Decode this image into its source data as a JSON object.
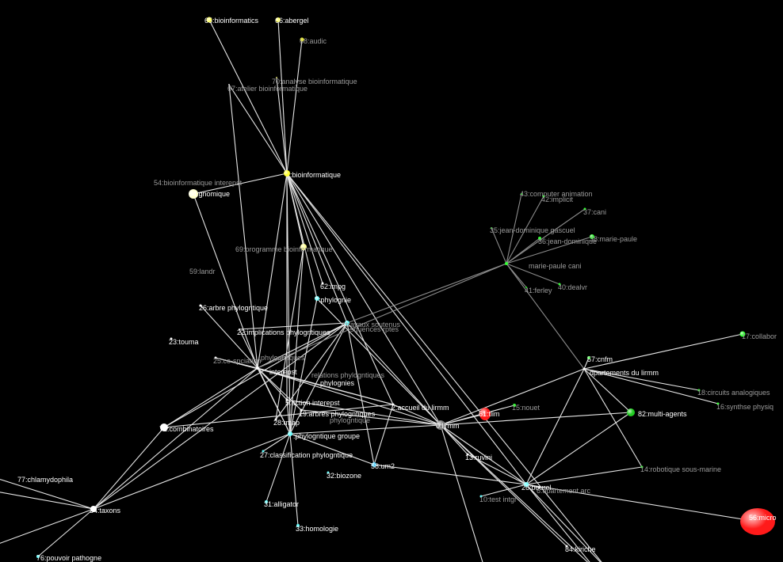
{
  "graph": {
    "background": "#000000",
    "edge_color": "#e6e6e6",
    "nodes": [
      {
        "label": "65:bioinformatics",
        "color": "#ffff33"
      },
      {
        "label": "66:abergel",
        "color": "#ffff33"
      },
      {
        "label": "68:audic",
        "color": "#ffff33"
      },
      {
        "label": "70:analyse bioinformatique",
        "color": "#cccc66"
      },
      {
        "label": "67:atelier bioinformatique",
        "color": "#cccccc"
      },
      {
        "label": ":bioinformatique",
        "color": "#ffff33"
      },
      {
        "label": "54:bioinformatique interepst",
        "color": null
      },
      {
        "label": "64:gnomique",
        "color": "#ffffcc"
      },
      {
        "label": "69:programme bioinformatique",
        "color": "#ffff99"
      },
      {
        "label": "59:landr",
        "color": null
      },
      {
        "label": "62:impg",
        "color": "#ffffff"
      },
      {
        "label": "7:phylognie",
        "color": "#66ffff"
      },
      {
        "label": "26:arbre phylogntique",
        "color": "#ffffff"
      },
      {
        "label": "22:implications phylogntiques",
        "color": "#ffffff"
      },
      {
        "label": ":travaux soutenus",
        "color": "#66ffff"
      },
      {
        "label": "squences rptes",
        "color": null
      },
      {
        "label": "23:touma",
        "color": "#ffffff"
      },
      {
        "label": "phylogntiques",
        "color": null
      },
      {
        "label": "25:co-spciation",
        "color": "#ffffff"
      },
      {
        "label": "interepst",
        "color": "#ffffff"
      },
      {
        "label": "relations phylogntiques",
        "color": null
      },
      {
        "label": "phylognies",
        "color": null
      },
      {
        "label": "5:action interepst",
        "color": "#ffffff"
      },
      {
        "label": "2:accueil du lirmm",
        "color": "#ffffff"
      },
      {
        "label": "19:arbres phylogntiques",
        "color": "#ffffff"
      },
      {
        "label": "phylogntique",
        "color": null
      },
      {
        "label": "28:rmap",
        "color": "#ffffff"
      },
      {
        "label": "72:combinatoires",
        "color": "#ffffff"
      },
      {
        "label": "0:lirmm",
        "color": "#777777"
      },
      {
        "label": "61:tlim",
        "color": "#ff1a1a"
      },
      {
        "label": "15:nouet",
        "color": "#33ff33"
      },
      {
        "label": "82:multi-agents",
        "color": "#22cc22"
      },
      {
        "label": "18:circuits analogiques",
        "color": "#33ff33"
      },
      {
        "label": "16:synthse physiq",
        "color": "#33ff33"
      },
      {
        "label": "17:collabor",
        "color": "#33ff33"
      },
      {
        "label": "57:cnfm",
        "color": "#33ff33"
      },
      {
        "label": "dpartements du lirmm",
        "color": "#ffffff"
      },
      {
        "label": ":phylogntique groupe",
        "color": "#66ffff"
      },
      {
        "label": "27:classification phylogntique",
        "color": "#66ffff"
      },
      {
        "label": "32:biozone",
        "color": "#66ffff"
      },
      {
        "label": "58:um2",
        "color": "#33ccff"
      },
      {
        "label": "13:ruvini",
        "color": "#ffffff"
      },
      {
        "label": "14:robotique sous-marine",
        "color": "#33ff33"
      },
      {
        "label": "26:bourel",
        "color": "#66ffff"
      },
      {
        "label": "6:dpartement arc",
        "color": "#ffffff"
      },
      {
        "label": "10:test intgr",
        "color": "#66ffff"
      },
      {
        "label": "77:chlamydophila",
        "color": null
      },
      {
        "label": "34:taxons",
        "color": "#ffffff"
      },
      {
        "label": "31:alligator",
        "color": "#66ffff"
      },
      {
        "label": "33:homologie",
        "color": "#66ffff"
      },
      {
        "label": "56:micro",
        "color": "#ff1a1a"
      },
      {
        "label": "84:kiriche",
        "color": "#ffffff"
      },
      {
        "label": "76:pouvoir pathogne",
        "color": "#66ffff"
      },
      {
        "label": "marie-paule cani",
        "color": "#33ff33"
      },
      {
        "label": "43:computer animation",
        "color": "#33ff33"
      },
      {
        "label": "42:implicit",
        "color": "#33ff33"
      },
      {
        "label": "37:cani",
        "color": "#33ff33"
      },
      {
        "label": "35:jean-dominique gascuel",
        "color": "#33ff33"
      },
      {
        "label": "36:jean-dominique",
        "color": "#33ff33"
      },
      {
        "label": "38:marie-paule",
        "color": "#33ff33"
      },
      {
        "label": "41:ferley",
        "color": "#33ff33"
      },
      {
        "label": "40:dealvr",
        "color": "#33ff33"
      },
      {
        "label": "",
        "color": null
      },
      {
        "label": "",
        "color": null
      },
      {
        "label": "",
        "color": null
      },
      {
        "label": "",
        "color": null
      },
      {
        "label": "",
        "color": null
      }
    ],
    "edges": [
      [
        5,
        0
      ],
      [
        5,
        1
      ],
      [
        5,
        2
      ],
      [
        5,
        3
      ],
      [
        5,
        4
      ],
      [
        5,
        7
      ],
      [
        5,
        8
      ],
      [
        5,
        11
      ],
      [
        5,
        14
      ],
      [
        5,
        19
      ],
      [
        5,
        22
      ],
      [
        5,
        23
      ],
      [
        5,
        28
      ],
      [
        5,
        43
      ],
      [
        5,
        66
      ],
      [
        5,
        10
      ],
      [
        5,
        37
      ],
      [
        4,
        19
      ],
      [
        7,
        19
      ],
      [
        8,
        37
      ],
      [
        8,
        26
      ],
      [
        12,
        19
      ],
      [
        13,
        14
      ],
      [
        13,
        37
      ],
      [
        18,
        23
      ],
      [
        18,
        19
      ],
      [
        14,
        53
      ],
      [
        14,
        47
      ],
      [
        14,
        19
      ],
      [
        14,
        37
      ],
      [
        14,
        26
      ],
      [
        14,
        27
      ],
      [
        14,
        40
      ],
      [
        14,
        28
      ],
      [
        19,
        53
      ],
      [
        19,
        47
      ],
      [
        19,
        23
      ],
      [
        19,
        28
      ],
      [
        19,
        24
      ],
      [
        19,
        22
      ],
      [
        19,
        37
      ],
      [
        27,
        23
      ],
      [
        27,
        19
      ],
      [
        11,
        37
      ],
      [
        11,
        28
      ],
      [
        37,
        47
      ],
      [
        37,
        40
      ],
      [
        37,
        48
      ],
      [
        37,
        49
      ],
      [
        37,
        38
      ],
      [
        37,
        28
      ],
      [
        37,
        22
      ],
      [
        23,
        28
      ],
      [
        23,
        40
      ],
      [
        28,
        29
      ],
      [
        28,
        30
      ],
      [
        28,
        31
      ],
      [
        28,
        41
      ],
      [
        28,
        51
      ],
      [
        28,
        43
      ],
      [
        28,
        64
      ],
      [
        28,
        65
      ],
      [
        28,
        36
      ],
      [
        22,
        28
      ],
      [
        24,
        28
      ],
      [
        40,
        43
      ],
      [
        43,
        50
      ],
      [
        43,
        36
      ],
      [
        43,
        31
      ],
      [
        43,
        42
      ],
      [
        43,
        45
      ],
      [
        43,
        41
      ],
      [
        43,
        65
      ],
      [
        43,
        66
      ],
      [
        43,
        44
      ],
      [
        36,
        35
      ],
      [
        36,
        34
      ],
      [
        36,
        32
      ],
      [
        36,
        33
      ],
      [
        36,
        31
      ],
      [
        36,
        42
      ],
      [
        36,
        53
      ],
      [
        53,
        54
      ],
      [
        53,
        55
      ],
      [
        53,
        56
      ],
      [
        53,
        57
      ],
      [
        53,
        58
      ],
      [
        53,
        59
      ],
      [
        53,
        60
      ],
      [
        53,
        61
      ],
      [
        47,
        62
      ],
      [
        47,
        63
      ],
      [
        47,
        46
      ],
      [
        47,
        52
      ],
      [
        47,
        27
      ]
    ]
  }
}
